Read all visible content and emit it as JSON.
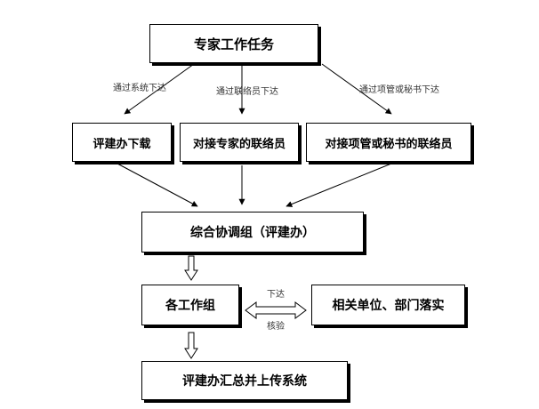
{
  "nodes": {
    "expert_task": "专家工作任务",
    "office_download": "评建办下载",
    "liaison_expert": "对接专家的联络员",
    "liaison_pm_secretary": "对接项管或秘书的联络员",
    "coord_group": "综合协调组（评建办）",
    "work_groups": "各工作组",
    "units_implement": "相关单位、部门落实",
    "office_upload": "评建办汇总并上传系统"
  },
  "edge_labels": {
    "via_system": "通过系统下达",
    "via_liaison": "通过联络员下达",
    "via_pm_secretary": "通过项管或秘书下达",
    "issue": "下达",
    "verify": "核验"
  }
}
